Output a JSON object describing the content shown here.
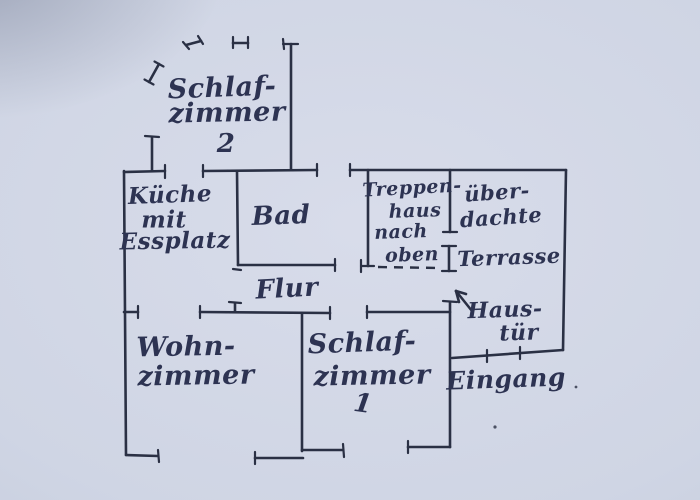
{
  "colors": {
    "ink": "#2a3044",
    "paper": "#cfd5e4"
  },
  "rooms": {
    "schlafzimmer2": {
      "line1": "Schlaf-",
      "line2": "zimmer",
      "line3": "2"
    },
    "kueche": {
      "line1": "Küche",
      "line2": "mit",
      "line3": "Essplatz"
    },
    "bad": {
      "label": "Bad"
    },
    "treppenhaus": {
      "line1": "Treppen-",
      "line2": "haus",
      "line3": "nach",
      "line4": "oben"
    },
    "terrasse": {
      "line1": "über-",
      "line2": "dachte",
      "line3": "Terrasse"
    },
    "flur": {
      "label": "Flur"
    },
    "wohnzimmer": {
      "line1": "Wohn-",
      "line2": "zimmer"
    },
    "schlafzimmer1": {
      "line1": "Schlaf-",
      "line2": "zimmer",
      "line3": "1"
    },
    "haustuer": {
      "line1": "Haus-",
      "line2": "tür"
    },
    "eingang": {
      "label": "Eingang"
    }
  }
}
